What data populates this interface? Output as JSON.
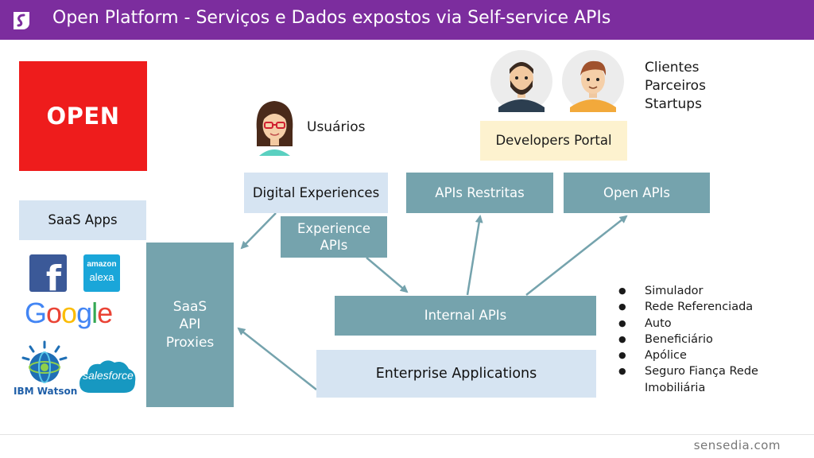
{
  "header": {
    "title": "Open Platform - Serviços e Dados expostos via Self-service APIs",
    "background": "#7c2d9e"
  },
  "open_logo": {
    "text": "OPEN",
    "color": "#ee1c1c"
  },
  "labels": {
    "usuarios": "Usuários",
    "clientes": "Clientes",
    "parceiros": "Parceiros",
    "startups": "Startups"
  },
  "boxes": {
    "developers_portal": "Developers Portal",
    "digital_experiences": "Digital Experiences",
    "experience_apis_line1": "Experience",
    "experience_apis_line2": "APIs",
    "apis_restritas": "APIs Restritas",
    "open_apis": "Open APIs",
    "saas_apps": "SaaS Apps",
    "saas_proxies_line1": "SaaS",
    "saas_proxies_line2": "API",
    "saas_proxies_line3": "Proxies",
    "internal_apis": "Internal APIs",
    "enterprise_applications": "Enterprise Applications"
  },
  "internal_apis_list": [
    "Simulador",
    "Rede Referenciada",
    "Auto",
    "Beneficiário",
    "Apólice",
    "Seguro Fiança Rede Imobiliária"
  ],
  "saas_logos": {
    "facebook": "f",
    "amazon": "amazon",
    "alexa": "alexa",
    "google": "Google",
    "ibm_watson": "IBM Watson",
    "salesforce": "salesforce"
  },
  "footer": {
    "brand": "sensedia.com"
  },
  "colors": {
    "teal": "#75a3ad",
    "light_blue": "#d6e4f2",
    "light_yellow": "#fdf2cf",
    "arrow": "#75a3ad"
  }
}
